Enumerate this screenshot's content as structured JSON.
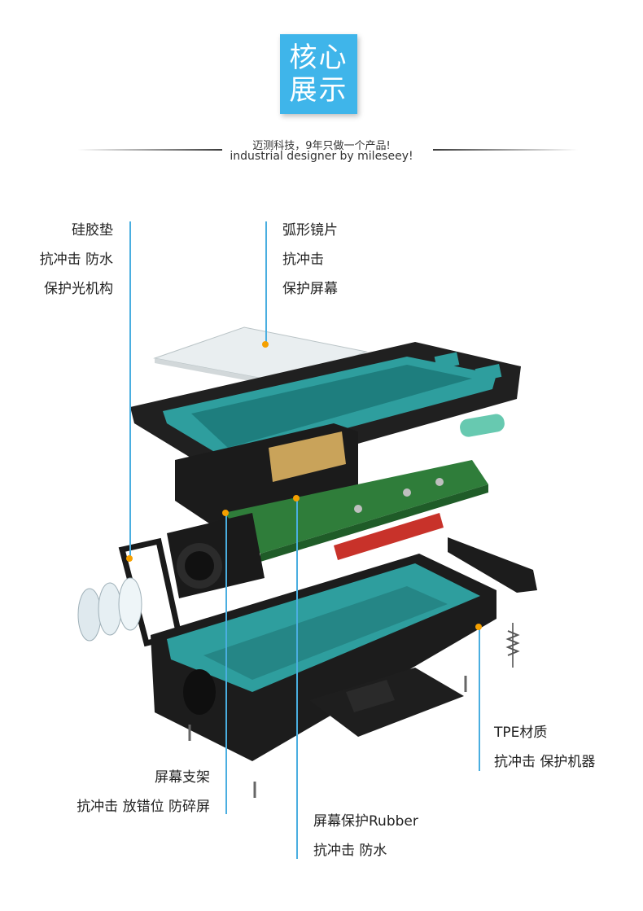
{
  "header": {
    "badge_line1": "核心",
    "badge_line2": "展示",
    "subtitle_cn": "迈测科技，9年只做一个产品!",
    "subtitle_en": "industrial designer by mileseey!"
  },
  "callouts": {
    "silicone_pad": {
      "lines": [
        "硅胶垫",
        "抗冲击 防水",
        "保护光机构"
      ]
    },
    "curved_lens": {
      "lines": [
        "弧形镜片",
        "抗冲击",
        "保护屏幕"
      ]
    },
    "tpe_material": {
      "lines": [
        "TPE材质",
        "抗冲击  保护机器"
      ]
    },
    "screen_bracket": {
      "lines": [
        "屏幕支架",
        "抗冲击  放错位  防碎屏"
      ]
    },
    "screen_rubber": {
      "lines": [
        "屏幕保护Rubber",
        "抗冲击  防水"
      ]
    }
  },
  "colors": {
    "accent_blue": "#3fb5ea",
    "leader_line": "#4aaee0",
    "marker_dot": "#f5a000",
    "housing_teal": "#2e9e9e",
    "housing_black": "#1c1c1c",
    "pcb_green": "#2f7d3a",
    "battery_red": "#c8322a"
  }
}
